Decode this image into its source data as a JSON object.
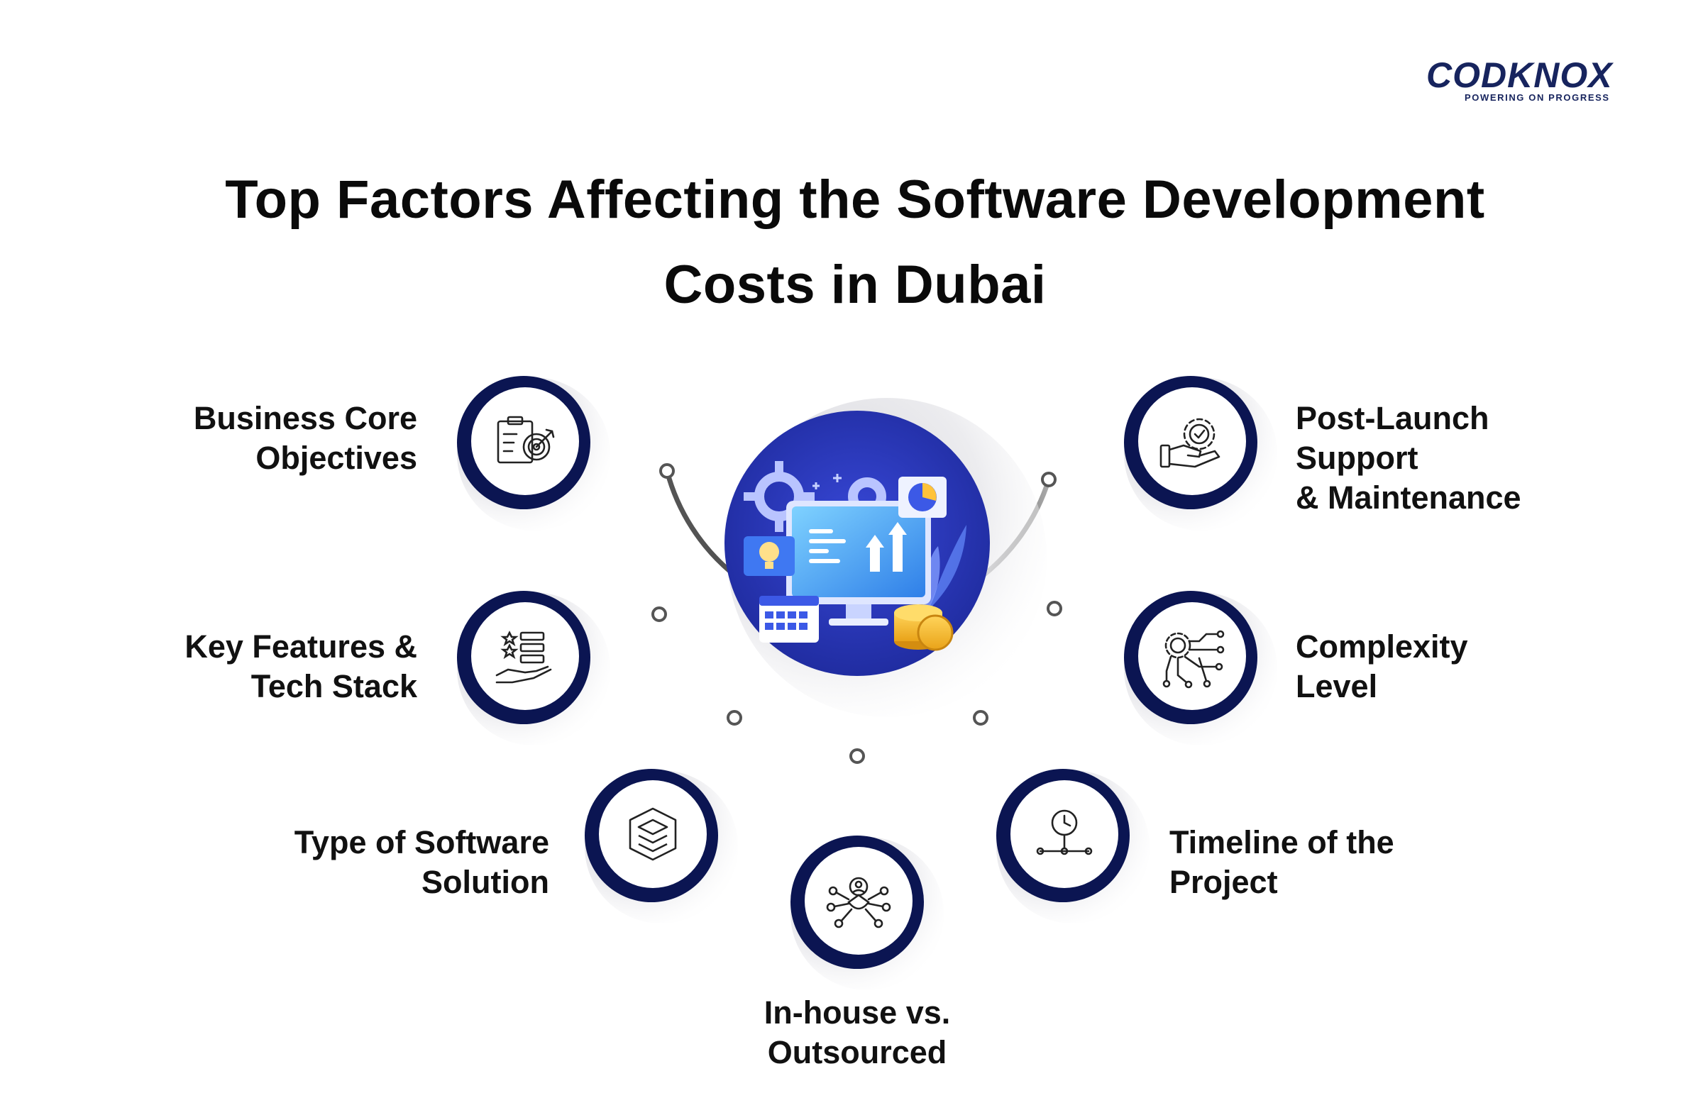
{
  "brand": {
    "name": "CODKNOX",
    "tagline": "POWERING ON PROGRESS",
    "color": "#17245e"
  },
  "title": {
    "line1": "Top Factors Affecting the Software Development",
    "line2": "Costs in Dubai"
  },
  "colors": {
    "navy": "#0b1552",
    "accent_blue": "#2f3fc9",
    "arc_gray": "#555555",
    "icon_stroke": "#222222"
  },
  "factors": [
    {
      "id": "business-core-objectives",
      "label": "Business Core\nObjectives",
      "icon": "clipboard-target-icon"
    },
    {
      "id": "key-features-tech-stack",
      "label": "Key Features &\nTech Stack",
      "icon": "checklist-hand-icon"
    },
    {
      "id": "type-of-software-solution",
      "label": "Type of Software\nSolution",
      "icon": "layers-stack-icon"
    },
    {
      "id": "in-house-vs-outsourced",
      "label": "In-house vs.\nOutsourced",
      "icon": "network-person-icon"
    },
    {
      "id": "timeline-of-the-project",
      "label": "Timeline of the\nProject",
      "icon": "clock-timeline-icon"
    },
    {
      "id": "complexity-level",
      "label": "Complexity\nLevel",
      "icon": "circuit-gear-icon"
    },
    {
      "id": "post-launch-support",
      "label": "Post-Launch\nSupport\n& Maintenance",
      "icon": "hand-gear-icon"
    }
  ],
  "center": {
    "icon": "computer-growth-icon"
  }
}
